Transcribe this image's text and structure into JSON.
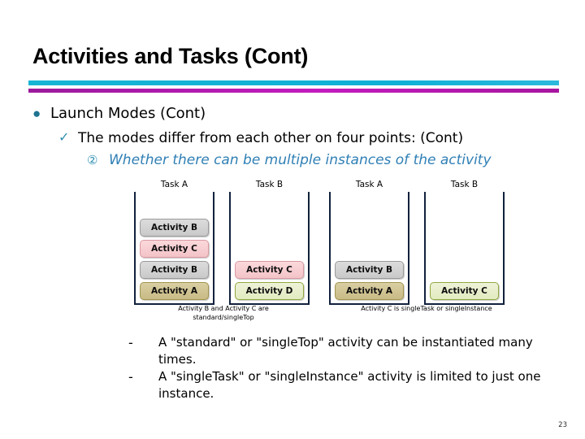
{
  "slide": {
    "title": "Activities and Tasks (Cont)",
    "page_number": "23",
    "accent_colors": {
      "bar_top": "#0fb0d6",
      "bar_bottom": "#c41bbe",
      "bullet_teal": "#1f7391",
      "level3_text": "#2f7fb5",
      "task_border": "#11213d"
    }
  },
  "bullets": {
    "level1": {
      "marker": "●",
      "text": "Launch Modes (Cont)"
    },
    "level2": {
      "marker": "✓",
      "text": "The modes differ from each other on four points: (Cont)"
    },
    "level3": {
      "marker": "②",
      "text": "Whether there can be multiple instances of the activity"
    }
  },
  "diagram": {
    "groups": [
      {
        "caption": "Activity B and Activity C are standard/singleTop",
        "columns": [
          {
            "label": "Task A",
            "activities": [
              {
                "label": "Activity A",
                "color": "tan"
              },
              {
                "label": "Activity B",
                "color": "grey"
              },
              {
                "label": "Activity C",
                "color": "pink"
              },
              {
                "label": "Activity B",
                "color": "grey"
              }
            ]
          },
          {
            "label": "Task B",
            "activities": [
              {
                "label": "Activity D",
                "color": "green"
              },
              {
                "label": "Activity C",
                "color": "pink"
              }
            ]
          }
        ]
      },
      {
        "caption": "Activity C is singleTask or singleInstance",
        "columns": [
          {
            "label": "Task A",
            "activities": [
              {
                "label": "Activity A",
                "color": "tan"
              },
              {
                "label": "Activity B",
                "color": "grey"
              }
            ]
          },
          {
            "label": "Task B",
            "activities": [
              {
                "label": "Activity C",
                "color": "green"
              }
            ]
          }
        ]
      }
    ]
  },
  "notes": [
    {
      "marker": "-",
      "text": "A \"standard\" or \"singleTop\" activity can be instantiated many times."
    },
    {
      "marker": "-",
      "text": "A \"singleTask\" or \"singleInstance\" activity is limited to just one instance."
    }
  ]
}
